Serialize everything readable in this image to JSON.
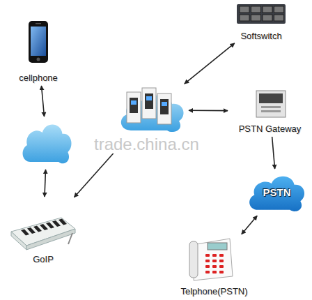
{
  "diagram": {
    "nodes": [
      {
        "text": [
          "cellphone"
        ]
      },
      {
        "text": []
      },
      {
        "text": [
          "GoIP"
        ]
      },
      {
        "text": []
      },
      {
        "text": [
          "Softswitch"
        ]
      },
      {
        "text": [
          "PSTN Gateway"
        ]
      },
      {
        "text": [
          "PSTN"
        ]
      },
      {
        "text": [
          "Telphone(PSTN)"
        ]
      }
    ],
    "edges": [
      {
        "from": 0,
        "to": 1,
        "arrow": "both"
      },
      {
        "from": 1,
        "to": 2,
        "arrow": "both"
      },
      {
        "from": 2,
        "to": 3,
        "arrow": "both"
      },
      {
        "from": 3,
        "to": 4,
        "arrow": "both"
      },
      {
        "from": 3,
        "to": 5,
        "arrow": "both"
      },
      {
        "from": 5,
        "to": 6,
        "arrow": "to"
      },
      {
        "from": 6,
        "to": 7,
        "arrow": "both"
      }
    ],
    "labels": [
      "trade.china.cn"
    ]
  }
}
